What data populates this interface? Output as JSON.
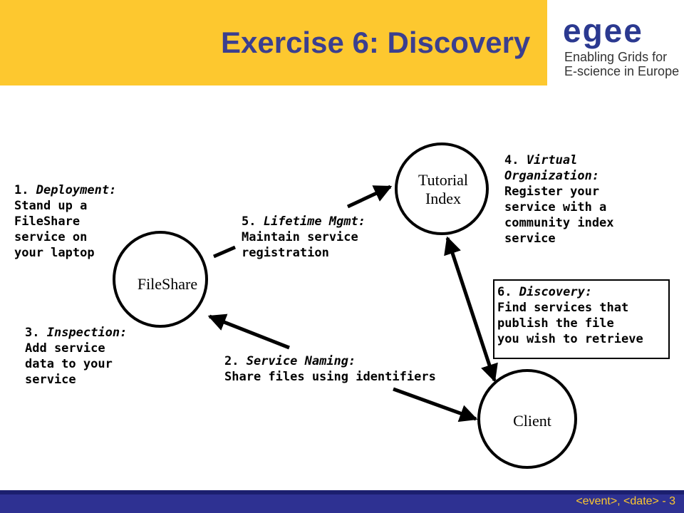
{
  "header": {
    "title": "Exercise 6: Discovery",
    "background": "#fdc82f",
    "title_color": "#3b3f8f"
  },
  "logo": {
    "wordmark": "egee",
    "line1": "Enabling Grids for",
    "line2": "E-science in Europe",
    "color": "#2b3990"
  },
  "nodes": {
    "tutorial_index": {
      "line1": "Tutorial",
      "line2": "Index"
    },
    "fileshare": {
      "label": "FileShare"
    },
    "client": {
      "label": "Client"
    }
  },
  "notes": {
    "deployment": {
      "number": "1. ",
      "heading": "Deployment:",
      "body": [
        "Stand up a",
        "FileShare",
        "service on",
        "your laptop"
      ]
    },
    "service_naming": {
      "number": "2. ",
      "heading": "Service Naming:",
      "body": [
        "Share files using identifiers"
      ]
    },
    "inspection": {
      "number": "3. ",
      "heading": "Inspection:",
      "body": [
        "Add service",
        "data to your",
        "service"
      ]
    },
    "virtual_org": {
      "number": "4. ",
      "heading": "Virtual",
      "heading2": "Organization:",
      "body": [
        "Register your",
        "service with a",
        "community index",
        "service"
      ]
    },
    "lifetime": {
      "number": "5. ",
      "heading": "Lifetime Mgmt:",
      "body": [
        "Maintain service",
        "registration"
      ]
    },
    "discovery": {
      "number": "6. ",
      "heading": "Discovery:",
      "body": [
        "Find services that",
        "publish the file",
        "you wish to retrieve"
      ]
    }
  },
  "footer": {
    "text": "<event>, <date>  - 3",
    "background": "#2e3192",
    "text_color": "#fdc82f"
  }
}
